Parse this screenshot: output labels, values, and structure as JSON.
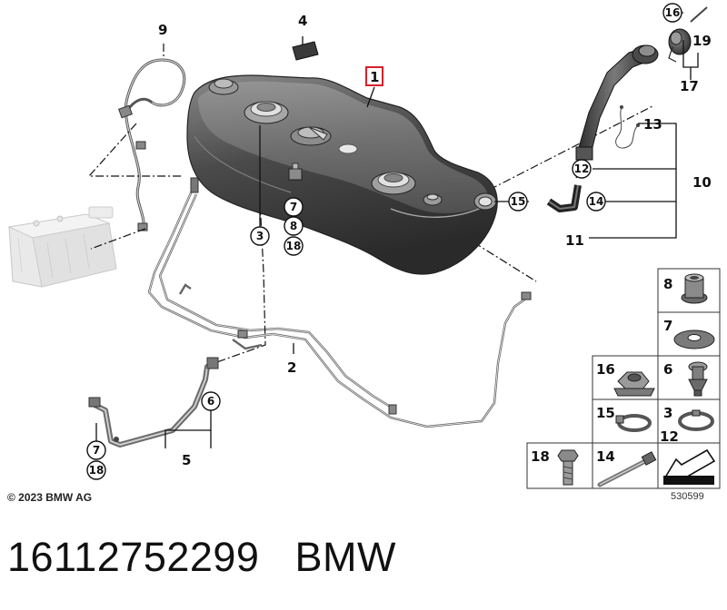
{
  "diagram": {
    "callouts": {
      "n1": "1",
      "n2": "2",
      "n3": "3",
      "n4": "4",
      "n5": "5",
      "n6": "6",
      "n7": "7",
      "n8": "8",
      "n9": "9",
      "n10": "10",
      "n11": "11",
      "n12": "12",
      "n13": "13",
      "n14": "14",
      "n15": "15",
      "n16": "16",
      "n17": "17",
      "n18": "18",
      "n19": "19"
    },
    "parts_table": {
      "cells": [
        "8",
        "7",
        "16",
        "6",
        "15",
        "3",
        "12",
        "18",
        "14"
      ]
    },
    "copyright": "© 2023 BMW AG",
    "reference_code": "530599"
  },
  "footer": {
    "part_number": "16112752299",
    "brand": "BMW"
  },
  "colors": {
    "tank_dark": "#3c3c3c",
    "tank_mid": "#6e6e6e",
    "highlight_box": "#d8202a",
    "faded_part": "#d9d9d9"
  }
}
